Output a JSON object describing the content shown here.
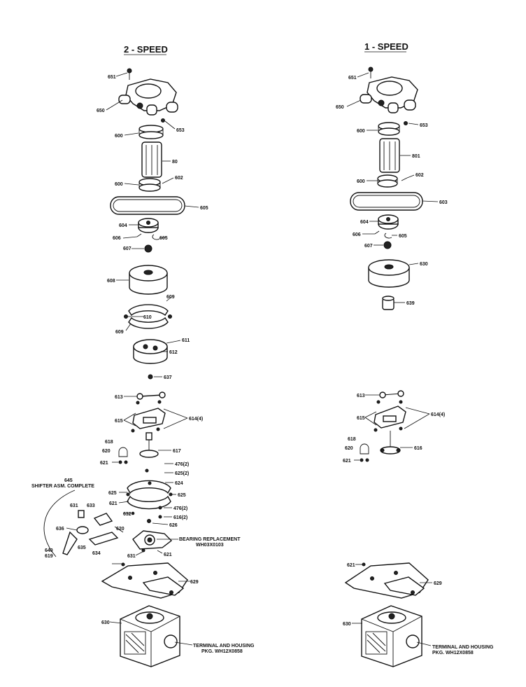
{
  "titles": {
    "left": "2 - SPEED",
    "right": "1 - SPEED"
  },
  "notes": {
    "shifter_number": "645",
    "shifter": "SHIFTER ASM. COMPLETE",
    "bearing_1": "BEARING REPLACEMENT",
    "bearing_2": "WH03X0103",
    "terminal_left_1": "TERMINAL AND HOUSING",
    "terminal_left_2": "PKG. WH12X0858",
    "terminal_right_1": "TERMINAL AND HOUSING",
    "terminal_right_2": "PKG. WH12X0858"
  },
  "left_labels": [
    "651",
    "650",
    "653",
    "600",
    "80",
    "602",
    "600",
    "605",
    "604",
    "606",
    "605",
    "607",
    "608",
    "609",
    "610",
    "609",
    "611",
    "612",
    "637",
    "613",
    "614(4)",
    "615",
    "618",
    "620",
    "617",
    "621",
    "476(2)",
    "625(2)",
    "624",
    "625",
    "621",
    "625",
    "476(2)",
    "616(2)",
    "632",
    "631",
    "633",
    "626",
    "634",
    "635",
    "636",
    "620",
    "640",
    "621",
    "619",
    "631",
    "629",
    "630"
  ],
  "right_labels": [
    "651",
    "650",
    "653",
    "600",
    "801",
    "602",
    "600",
    "603",
    "604",
    "606",
    "605",
    "607",
    "630",
    "639",
    "613",
    "614(4)",
    "615",
    "618",
    "620",
    "616",
    "621",
    "621",
    "629",
    "630"
  ]
}
